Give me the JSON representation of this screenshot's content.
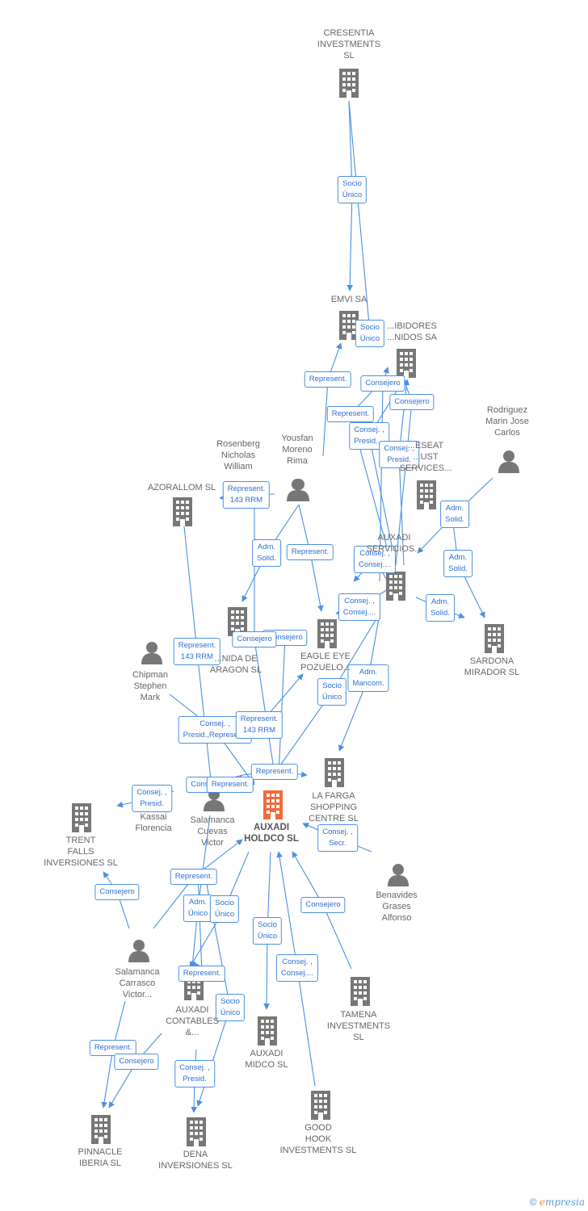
{
  "colors": {
    "edge": "#4a90e2",
    "node": "#777777",
    "central": "#f26a3d"
  },
  "nodes": [
    {
      "id": "cresentia",
      "label": "CRESENTIA\nINVESTMENTS\nSL",
      "type": "company"
    },
    {
      "id": "emvi",
      "label": "EMVI SA",
      "type": "company"
    },
    {
      "id": "distrib",
      "label": "...IBIDORES\n...NIDOS SA",
      "type": "company"
    },
    {
      "id": "yousfan",
      "label": "Yousfan\nMoreno\nRima",
      "type": "person"
    },
    {
      "id": "rosenberg",
      "label": "Rosenberg\nNicholas\nWilliam",
      "type": "person"
    },
    {
      "id": "eseat",
      "label": "...ESEAT\n...UST\nSERVICES...",
      "type": "company"
    },
    {
      "id": "rodriguez",
      "label": "Rodriguez\nMarin Jose\nCarlos",
      "type": "person"
    },
    {
      "id": "azorallom",
      "label": "AZORALLOM SL",
      "type": "company"
    },
    {
      "id": "auxadi_serv",
      "label": "AUXADI\nSERVICIOS...",
      "type": "company"
    },
    {
      "id": "sardona",
      "label": "SARDONA\nMIRADOR SL",
      "type": "company"
    },
    {
      "id": "avenida",
      "label": "...NIDA DE\nARAGON SL",
      "type": "company"
    },
    {
      "id": "eagle",
      "label": "EAGLE EYE\nPOZUELO...",
      "type": "company"
    },
    {
      "id": "chipman",
      "label": "Chipman\nStephen\nMark",
      "type": "person"
    },
    {
      "id": "farga",
      "label": "LA FARGA\nSHOPPING\nCENTRE SL",
      "type": "company"
    },
    {
      "id": "kassai",
      "label": "Kassai\nFlorencia",
      "type": "person"
    },
    {
      "id": "salamanca_cv",
      "label": "Salamanca\nCuevas\nVictor",
      "type": "person"
    },
    {
      "id": "holdco",
      "label": "AUXADI\nHOLDCO SL",
      "type": "central"
    },
    {
      "id": "trent",
      "label": "TRENT\nFALLS\nINVERSIONES SL",
      "type": "company"
    },
    {
      "id": "benavides",
      "label": "Benavides\nGrases\nAlfonso",
      "type": "person"
    },
    {
      "id": "salamanca_car",
      "label": "Salamanca\nCarrasco\nVictor...",
      "type": "person"
    },
    {
      "id": "contables",
      "label": "AUXADI\nCONTABLES\n&...",
      "type": "company"
    },
    {
      "id": "tamena",
      "label": "TAMENA\nINVESTMENTS\nSL",
      "type": "company"
    },
    {
      "id": "midco",
      "label": "AUXADI\nMIDCO SL",
      "type": "company"
    },
    {
      "id": "pinnacle",
      "label": "PINNACLE\nIBERIA SL",
      "type": "company"
    },
    {
      "id": "dena",
      "label": "DENA\nINVERSIONES SL",
      "type": "company"
    },
    {
      "id": "goodhook",
      "label": "GOOD\nHOOK\nINVESTMENTS SL",
      "type": "company"
    }
  ],
  "edge_labels": [
    "Socio\nÚnico",
    "Socio\nÚnico",
    "Represent.",
    "Consejero",
    "Consejero",
    "Represent.",
    "Consej. ,\nPresid....",
    "Consej. ,\nPresid.",
    "Represent.\n143 RRM",
    "Adm.\nSolid.",
    "Adm.\nSolid.",
    "Adm.\nSolid.",
    "Adm.\nSolid.",
    "Represent.",
    "Consej. ,\nConsej....",
    "Consej. ,\nConsej....",
    "Consejero",
    "Consejero",
    "Represent.\n143 RRM",
    "Adm.\nMancom.",
    "Socio\nÚnico",
    "Consej. ,\nPresid.,Represent.",
    "Represent.\n143 RRM",
    "Represent.",
    "Consejero",
    "Represent.",
    "Consej. ,\nPresid.",
    "Consej. ,\nSecr.",
    "Consejero",
    "Represent.",
    "Adm.\nÚnico",
    "Socio\nÚnico",
    "Socio\nÚnico",
    "Consejero",
    "Consej. ,\nConsej....",
    "Represent.",
    "Socio\nÚnico",
    "Represent.",
    "Consejero",
    "Consej. ,\nPresid."
  ],
  "footer": {
    "copyright": "©",
    "brand_e": "e",
    "brand_rest": "mpresia"
  }
}
